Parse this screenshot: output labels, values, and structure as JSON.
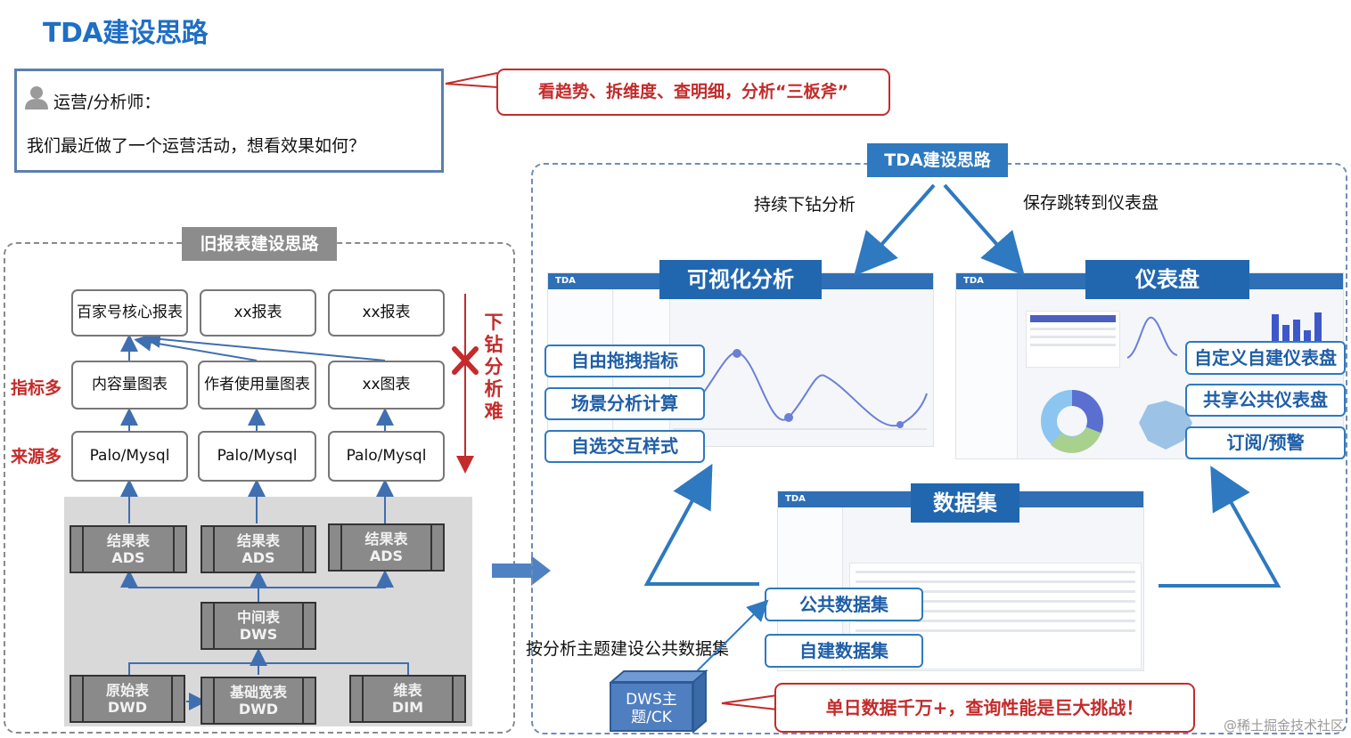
{
  "title": "TDA建设思路",
  "question": {
    "role_line": "运营/分析师：",
    "body": "我们最近做了一个运营活动，想看效果如何？",
    "callout": "看趋势、拆维度、查明细，分析“三板斧”"
  },
  "old_approach": {
    "badge": "旧报表建设思路",
    "reports": [
      "百家号核心报表",
      "xx报表",
      "xx报表"
    ],
    "charts": [
      "内容量图表",
      "作者使用量图表",
      "xx图表"
    ],
    "sources": [
      "Palo/Mysql",
      "Palo/Mysql",
      "Palo/Mysql"
    ],
    "ads_tables": [
      {
        "name": "结果表",
        "code": "ADS"
      },
      {
        "name": "结果表",
        "code": "ADS"
      },
      {
        "name": "结果表",
        "code": "ADS"
      }
    ],
    "dws_table": {
      "name": "中间表",
      "code": "DWS"
    },
    "base_tables": [
      {
        "name": "原始表",
        "code": "DWD"
      },
      {
        "name": "基础宽表",
        "code": "DWD"
      },
      {
        "name": "维表",
        "code": "DIM"
      }
    ],
    "label_many_metrics": "指标多",
    "label_many_sources": "来源多",
    "drilldown_hard": "下钻分析难"
  },
  "tda": {
    "badge": "TDA建设思路",
    "left_caption": "持续下钻分析",
    "right_caption": "保存跳转到仪表盘",
    "visual_analysis": {
      "heading": "可视化分析",
      "features": [
        "自由拖拽指标",
        "场景分析计算",
        "自选交互样式"
      ]
    },
    "dashboard": {
      "heading": "仪表盘",
      "features": [
        "自定义自建仪表盘",
        "共享公共仪表盘",
        "订阅/预警"
      ]
    },
    "dataset": {
      "heading": "数据集",
      "features": [
        "公共数据集",
        "自建数据集"
      ]
    },
    "dataset_caption": "按分析主题建设公共数据集",
    "dws_cube": "DWS主题/CK",
    "perf_callout": "单日数据千万+，查询性能是巨大挑战！",
    "screenshot_logo": "TDA"
  },
  "watermark": "@稀土掘金技术社区",
  "colors": {
    "accent_blue": "#1f6fc4",
    "alert_red": "#c42b2b",
    "heading_blue": "#2167b0"
  }
}
